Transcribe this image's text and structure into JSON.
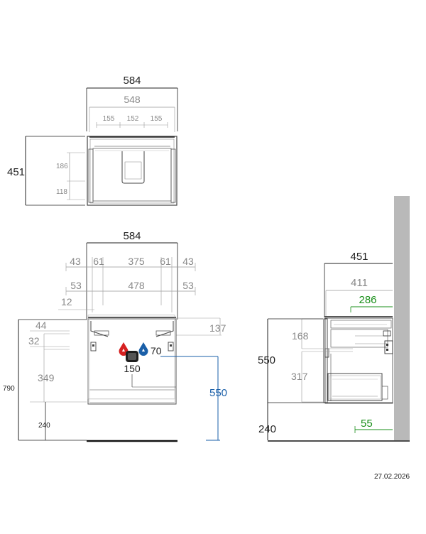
{
  "colors": {
    "dark": "#222222",
    "grey": "#888888",
    "light_grey": "#b0b0b0",
    "blue": "#1a5fa8",
    "green": "#1a8f1a",
    "red": "#d62020",
    "wall": "#b9b9b9"
  },
  "icons": {
    "hot_water": "red-water-drop-icon",
    "cold_water": "blue-water-drop-icon",
    "drain": "drain-icon"
  },
  "top_view": {
    "overall_width": "584",
    "inner_width": "548",
    "segment_left": "155",
    "segment_center": "152",
    "segment_right": "155",
    "depth": "451",
    "upper_depth": "186",
    "lower_depth": "118"
  },
  "front_view": {
    "overall_width": "584",
    "row1": {
      "left_outer": "43",
      "left_inner": "61",
      "center": "375",
      "right_inner": "61",
      "right_outer": "43"
    },
    "row2": {
      "left": "53",
      "center": "478",
      "right": "53"
    },
    "edge_offset": "12",
    "rail_offset": "137",
    "top_offset": "44",
    "second_offset": "32",
    "cabinet_height": "349",
    "total_height": "790",
    "floor_gap": "240",
    "drain_offset": "70",
    "drain_width": "150",
    "drain_height": "550"
  },
  "side_view": {
    "depth_overall": "451",
    "depth_inner": "411",
    "drawer_depth": "286",
    "upper_drawer": "168",
    "lower_drawer": "317",
    "cabinet_height": "550",
    "floor_gap": "240",
    "toe_depth": "55"
  },
  "date": "27.02.2026"
}
